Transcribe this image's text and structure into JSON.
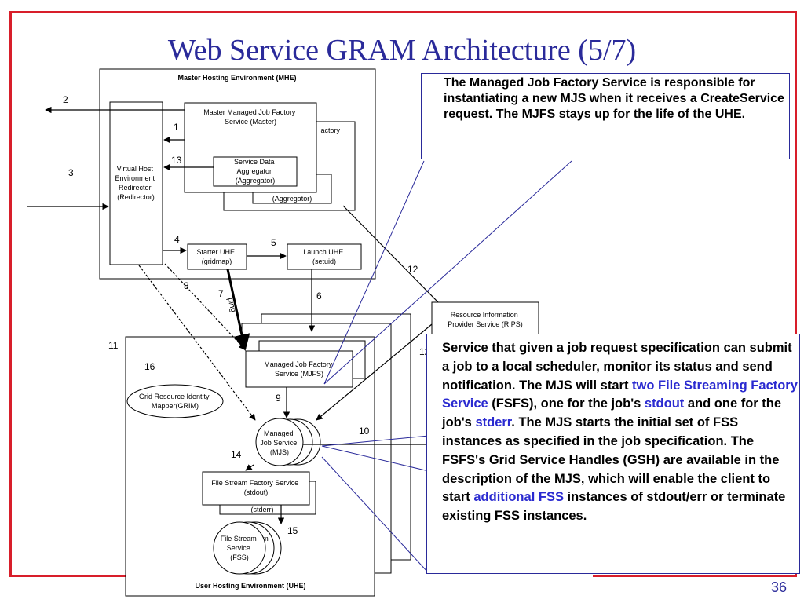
{
  "slide": {
    "title": "Web Service GRAM Architecture (5/7)",
    "number": "36",
    "colors": {
      "frame": "#d81e2a",
      "title": "#2a2a9a",
      "highlight": "#2a2ad0"
    }
  },
  "diagram": {
    "mhe_label": "Master Hosting Environment (MHE)",
    "uhe_label": "User Hosting Environment (UHE)",
    "redirector": [
      "Virtual Host",
      "Environment",
      "Redirector",
      "(Redirector)"
    ],
    "master_mjfs": [
      "Master Managed Job Factory",
      "Service (Master)"
    ],
    "factory_partial": "actory",
    "aggregator": [
      "Service Data",
      "Aggregator",
      "(Aggregator)"
    ],
    "aggregator_back": "(Aggregator)",
    "starter": [
      "Starter UHE",
      "(gridmap)"
    ],
    "launch": [
      "Launch UHE",
      "(setuid)"
    ],
    "rips": [
      "Resource Information",
      "Provider Service (RIPS)"
    ],
    "mjfs": [
      "Managed Job Factory",
      "Service (MJFS)"
    ],
    "grim": [
      "Grid Resource Identity",
      "Mapper(GRIM)"
    ],
    "mjs": [
      "Managed",
      "Job Service",
      "(MJS)"
    ],
    "fsfs": [
      "File Stream Factory Service",
      "(stdout)"
    ],
    "fsfs_back": "(stderr)",
    "fss": [
      "File Stream",
      "Service",
      "(FSS)"
    ],
    "fss_partial": "m",
    "ping_label": "ping",
    "step_numbers": {
      "n1": "1",
      "n2": "2",
      "n3": "3",
      "n4": "4",
      "n5": "5",
      "n6": "6",
      "n7": "7",
      "n8": "8",
      "n9": "9",
      "n10": "10",
      "n11": "11",
      "n12a": "12",
      "n12b": "12",
      "n13": "13",
      "n14": "14",
      "n15": "15",
      "n16": "16"
    }
  },
  "callouts": {
    "mjfs_note": "The Managed Job Factory Service is responsible for instantiating a new MJS when it receives a CreateService request. The MJFS stays up for the life of the UHE.",
    "mjs_note": {
      "p1": "Service that given a job request specification can submit a job to a local scheduler, monitor its status and send notification. The MJS will start ",
      "h1": "two File Streaming Factory Service",
      "p2": " (FSFS), one for the job's ",
      "h2": "stdout",
      "p3": " and one for the job's ",
      "h3": "stderr",
      "p4": ". The MJS starts the initial set of FSS instances as specified in the job specification. The FSFS's Grid Service Handles (GSH) are available in the description of the MJS, which will enable the client to start ",
      "h4": "additional FSS",
      "p5": " instances of stdout/err or terminate existing FSS instances."
    }
  }
}
